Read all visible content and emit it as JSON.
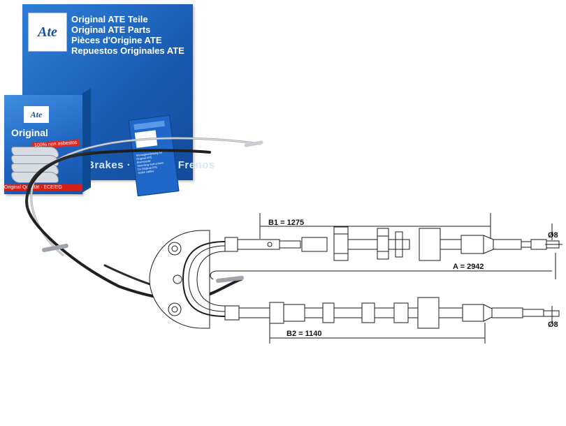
{
  "product_box": {
    "logo_text": "Ate",
    "lines": [
      "Original ATE Teile",
      "Original ATE Parts",
      "Pièces d'Origine ATE",
      "Repuestos Originales ATE"
    ],
    "banner": "Brakes · Freins · Frenos"
  },
  "pad_box": {
    "logo_text": "Ate",
    "title": "Original",
    "asbestos": "100% non asbestos",
    "quality": "Original Qualität · ECE/EG"
  },
  "leaflet": {
    "lines": [
      "Montageanleitung für",
      "Original ATE",
      "Bremsseile",
      "Mounting instructions",
      "for Original ATE",
      "brake cables"
    ]
  },
  "diagram": {
    "b1_label": "B1 = 1275",
    "b2_label": "B2 = 1140",
    "a_label": "A = 2942",
    "diam_top": "Ø8",
    "diam_bottom": "Ø8"
  },
  "colors": {
    "brand_blue": "#1a5db5",
    "accent_red": "#d32018",
    "line": "#1a1a1a"
  }
}
